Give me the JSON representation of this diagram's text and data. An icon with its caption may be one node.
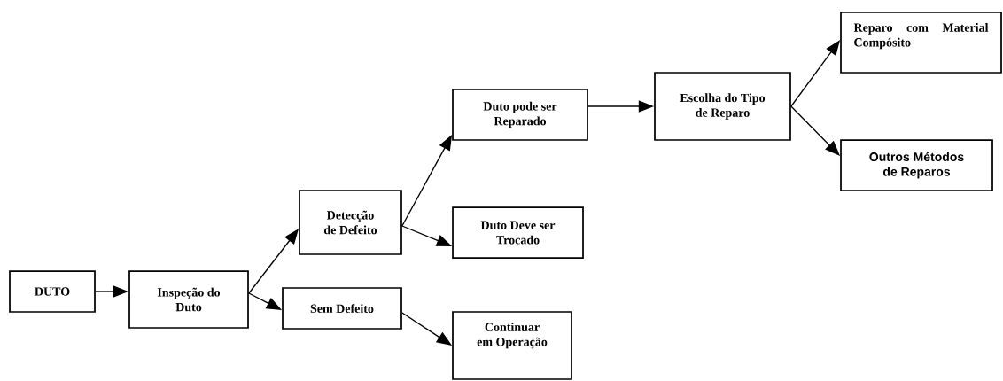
{
  "diagram": {
    "nodes": [
      {
        "text": [
          "DUTO"
        ]
      },
      {
        "text": [
          "Inspeção do Duto"
        ]
      },
      {
        "text": [
          "Detecção de Defeito"
        ]
      },
      {
        "text": [
          "Sem Defeito"
        ]
      },
      {
        "text": [
          "Duto pode ser Reparado"
        ]
      },
      {
        "text": [
          "Duto Deve ser Trocado"
        ]
      },
      {
        "text": [
          "Continuar em Operação"
        ]
      },
      {
        "text": [
          "Escolha do Tipo de Reparo"
        ]
      },
      {
        "text": [
          "Reparo com Material Compósito"
        ]
      },
      {
        "text": [
          "Outros Métodos de Reparos"
        ]
      }
    ],
    "edges": [
      {
        "from": 0,
        "to": 1,
        "arrow": "to"
      },
      {
        "from": 1,
        "to": 2,
        "arrow": "to"
      },
      {
        "from": 1,
        "to": 3,
        "arrow": "to"
      },
      {
        "from": 2,
        "to": 4,
        "arrow": "to"
      },
      {
        "from": 2,
        "to": 5,
        "arrow": "to"
      },
      {
        "from": 3,
        "to": 6,
        "arrow": "to"
      },
      {
        "from": 4,
        "to": 7,
        "arrow": "to"
      },
      {
        "from": 7,
        "to": 8,
        "arrow": "to"
      },
      {
        "from": 7,
        "to": 9,
        "arrow": "to"
      }
    ]
  }
}
